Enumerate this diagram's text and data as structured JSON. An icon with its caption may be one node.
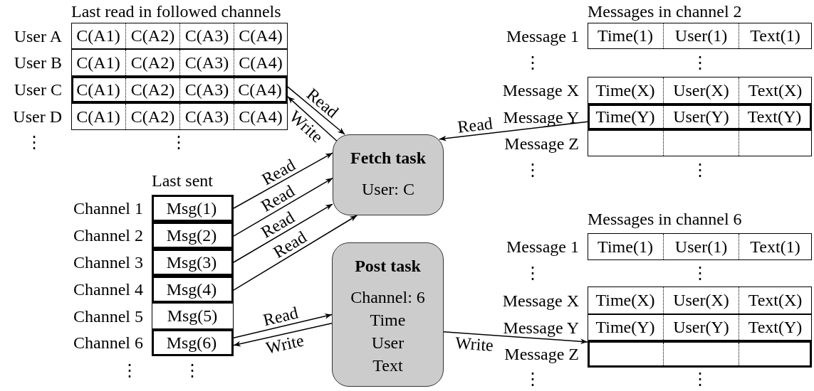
{
  "diagram": {
    "nodes": [
      {
        "text": [
          "C(A1)",
          "C(A2)",
          "C(A3)",
          "C(A4)"
        ],
        "beside": [
          "User A"
        ]
      },
      {
        "text": [
          "C(A1)",
          "C(A2)",
          "C(A3)",
          "C(A4)"
        ],
        "beside": [
          "User B"
        ]
      },
      {
        "text": [
          "C(A1)",
          "C(A2)",
          "C(A3)",
          "C(A4)"
        ],
        "beside": [
          "User C"
        ]
      },
      {
        "text": [
          "C(A1)",
          "C(A2)",
          "C(A3)",
          "C(A4)"
        ],
        "beside": [
          "User D"
        ]
      },
      {
        "text": [
          "Time(1)",
          "User(1)",
          "Text(1)"
        ],
        "beside": [
          "Message 1"
        ]
      },
      {
        "text": [
          "Time(X)",
          "User(X)",
          "Text(X)"
        ],
        "beside": [
          "Message X"
        ]
      },
      {
        "text": [
          "Time(Y)",
          "User(Y)",
          "Text(Y)"
        ],
        "beside": [
          "Message Y"
        ]
      },
      {
        "text": [],
        "shape": "box",
        "beside": [
          "Message Z"
        ]
      },
      {
        "text": [
          "Fetch task",
          "User: C"
        ]
      },
      {
        "text": [
          "Msg(1)"
        ],
        "beside": [
          "Channel 1"
        ]
      },
      {
        "text": [
          "Msg(2)"
        ],
        "beside": [
          "Channel 2"
        ]
      },
      {
        "text": [
          "Msg(3)"
        ],
        "beside": [
          "Channel 3"
        ]
      },
      {
        "text": [
          "Msg(4)"
        ],
        "beside": [
          "Channel 4"
        ]
      },
      {
        "text": [
          "Msg(5)"
        ],
        "beside": [
          "Channel 5"
        ]
      },
      {
        "text": [
          "Msg(6)"
        ],
        "beside": [
          "Channel 6"
        ]
      },
      {
        "text": [
          "Post task",
          "Channel: 6",
          "Time",
          "User",
          "Text"
        ]
      },
      {
        "text": [
          "Time(1)",
          "User(1)",
          "Text(1)"
        ],
        "beside": [
          "Message 1"
        ]
      },
      {
        "text": [
          "Time(X)",
          "User(X)",
          "Text(X)"
        ],
        "beside": [
          "Message X"
        ]
      },
      {
        "text": [
          "Time(Y)",
          "User(Y)",
          "Text(Y)"
        ],
        "beside": [
          "Message Y"
        ]
      },
      {
        "text": [],
        "shape": "box",
        "beside": [
          "Message Z"
        ]
      }
    ],
    "edges": [
      {
        "from": 2,
        "to": 8,
        "arrow": "to",
        "label": "Read"
      },
      {
        "from": 8,
        "to": 2,
        "arrow": "to",
        "label": "Write"
      },
      {
        "from": 6,
        "to": 8,
        "arrow": "to",
        "label": "Read"
      },
      {
        "from": 9,
        "to": 8,
        "arrow": "to",
        "label": "Read"
      },
      {
        "from": 10,
        "to": 8,
        "arrow": "to",
        "label": "Read"
      },
      {
        "from": 11,
        "to": 8,
        "arrow": "to",
        "label": "Read"
      },
      {
        "from": 12,
        "to": 8,
        "arrow": "to",
        "label": "Read"
      },
      {
        "from": 14,
        "to": 15,
        "arrow": "to",
        "label": "Read"
      },
      {
        "from": 15,
        "to": 14,
        "arrow": "to",
        "label": "Write"
      },
      {
        "from": 15,
        "to": 19,
        "arrow": "to",
        "label": "Write"
      }
    ],
    "labels": [
      "Last read in followed channels",
      "⋮",
      "⋮",
      "Messages in channel 2",
      "⋮",
      "⋮",
      "⋮",
      "⋮",
      "Last sent",
      "⋮",
      "⋮",
      "Messages in channel 6",
      "⋮",
      "⋮",
      "⋮",
      "⋮"
    ]
  }
}
